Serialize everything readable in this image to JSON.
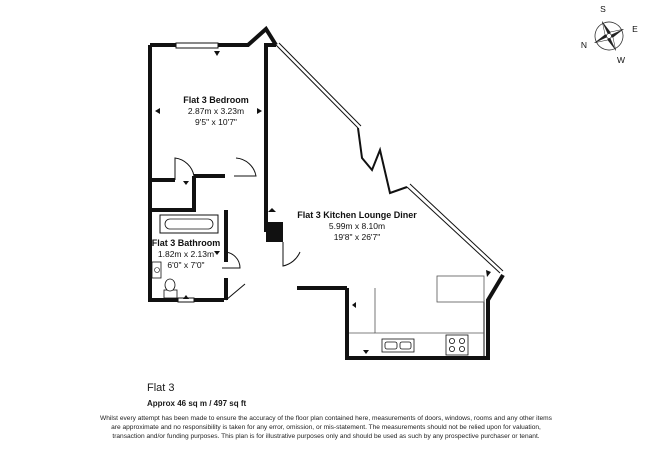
{
  "rooms": {
    "bedroom": {
      "name": "Flat 3 Bedroom",
      "metric": "2.87m x 3.23m",
      "imperial": "9'5\" x 10'7\""
    },
    "kitchen": {
      "name": "Flat 3 Kitchen Lounge Diner",
      "metric": "5.99m x 8.10m",
      "imperial": "19'8\" x 26'7\""
    },
    "bathroom": {
      "name": "Flat 3 Bathroom",
      "metric": "1.82m x 2.13m",
      "imperial": "6'0\" x 7'0\""
    }
  },
  "compass": {
    "labels": [
      "S",
      "E",
      "N",
      "W"
    ]
  },
  "footer": {
    "flat_name": "Flat 3",
    "area": "Approx 46 sq m / 497 sq ft",
    "disclaimer": "Whilst every attempt has been made to ensure the accuracy of the floor plan contained here, measurements of doors, windows, rooms and any other items are approximate and no responsibility is taken for any error, omission, or mis-statement. The measurements should not be relied upon for valuation, transaction and/or funding purposes. This plan is for illustrative purposes only and should be used as such by any prospective purchaser or tenant."
  }
}
